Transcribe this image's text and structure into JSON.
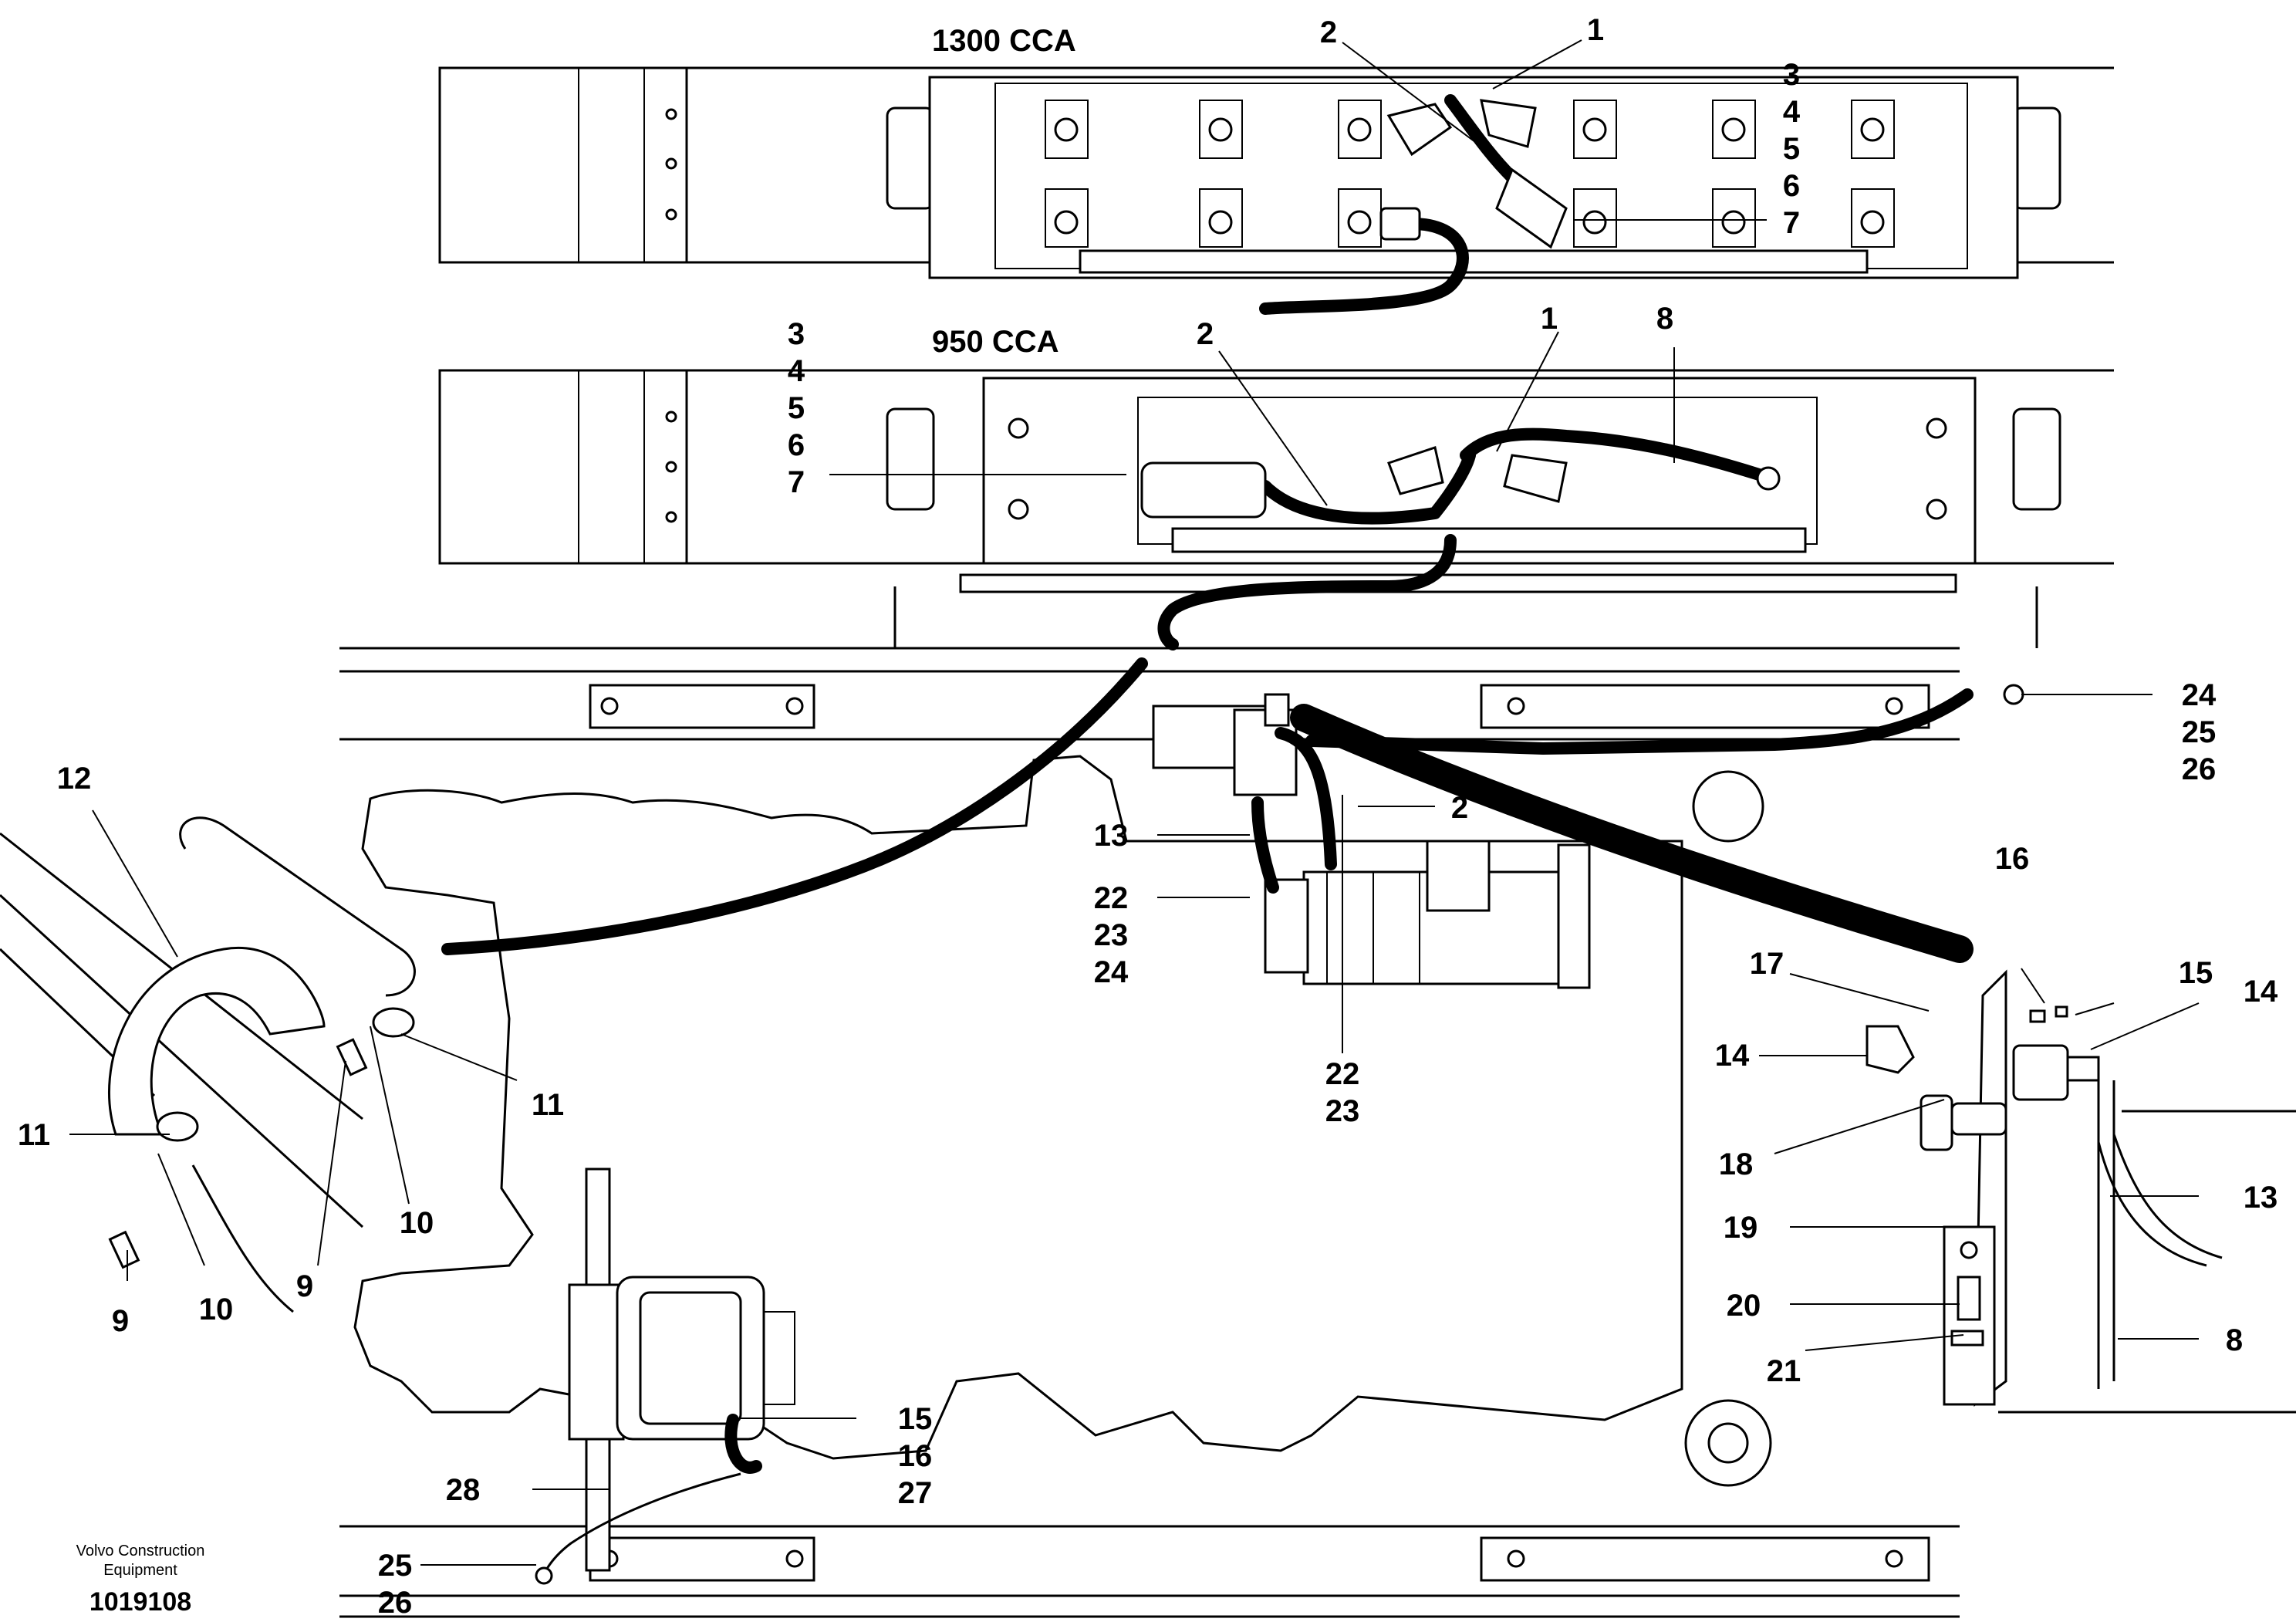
{
  "figure": {
    "headings": {
      "battery_1300": "1300 CCA",
      "battery_950": "950 CCA"
    },
    "credit": {
      "line1": "Volvo Construction",
      "line2": "Equipment"
    },
    "doc_number": "1019108"
  },
  "callouts": {
    "c1300_1": "1",
    "c1300_2": "2",
    "c1300_3": "3",
    "c1300_4": "4",
    "c1300_5": "5",
    "c1300_6": "6",
    "c1300_7": "7",
    "c950_1": "1",
    "c950_2": "2",
    "c950_3": "3",
    "c950_4": "4",
    "c950_5": "5",
    "c950_6": "6",
    "c950_7": "7",
    "c950_8": "8",
    "st_24a": "24",
    "st_25a": "25",
    "st_26a": "26",
    "st_2": "2",
    "st_13": "13",
    "st_22a": "22",
    "st_23a": "23",
    "st_24b": "24",
    "st_22b": "22",
    "st_23b": "23",
    "det_12": "12",
    "det_11a": "11",
    "det_11b": "11",
    "det_10a": "10",
    "det_10b": "10",
    "det_9a": "9",
    "det_9b": "9",
    "sw_16": "16",
    "sw_15": "15",
    "sw_17": "17",
    "sw_14a": "14",
    "sw_14b": "14",
    "sw_18": "18",
    "sw_13": "13",
    "sw_19": "19",
    "sw_20": "20",
    "sw_21": "21",
    "sw_8": "8",
    "alt_15": "15",
    "alt_16": "16",
    "alt_27": "27",
    "alt_28": "28",
    "alt_25": "25",
    "alt_26": "26"
  }
}
